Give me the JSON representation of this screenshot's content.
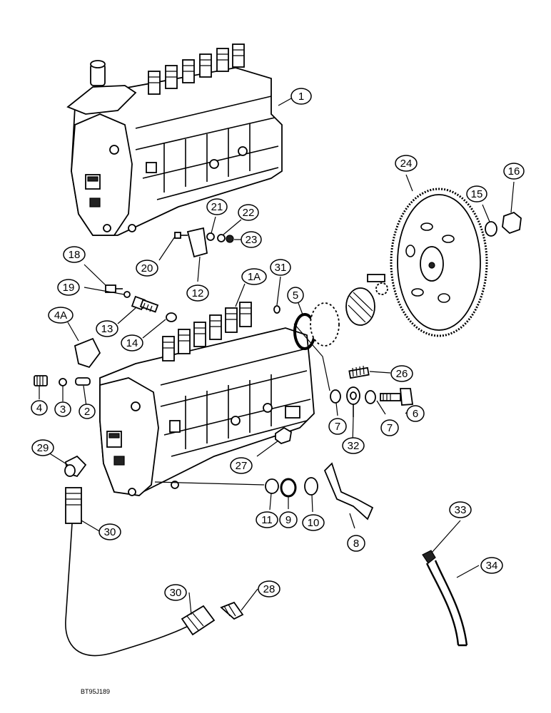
{
  "image_code": "BT95J189",
  "callouts": [
    {
      "label": "1"
    },
    {
      "label": "1A"
    },
    {
      "label": "2"
    },
    {
      "label": "3"
    },
    {
      "label": "4"
    },
    {
      "label": "4A"
    },
    {
      "label": "5"
    },
    {
      "label": "6"
    },
    {
      "label": "7"
    },
    {
      "label": "7"
    },
    {
      "label": "8"
    },
    {
      "label": "9"
    },
    {
      "label": "10"
    },
    {
      "label": "11"
    },
    {
      "label": "12"
    },
    {
      "label": "13"
    },
    {
      "label": "14"
    },
    {
      "label": "15"
    },
    {
      "label": "16"
    },
    {
      "label": "18"
    },
    {
      "label": "19"
    },
    {
      "label": "20"
    },
    {
      "label": "21"
    },
    {
      "label": "22"
    },
    {
      "label": "23"
    },
    {
      "label": "24"
    },
    {
      "label": "26"
    },
    {
      "label": "27"
    },
    {
      "label": "28"
    },
    {
      "label": "29"
    },
    {
      "label": "30"
    },
    {
      "label": "30"
    },
    {
      "label": "31"
    },
    {
      "label": "32"
    },
    {
      "label": "33"
    },
    {
      "label": "34"
    }
  ]
}
